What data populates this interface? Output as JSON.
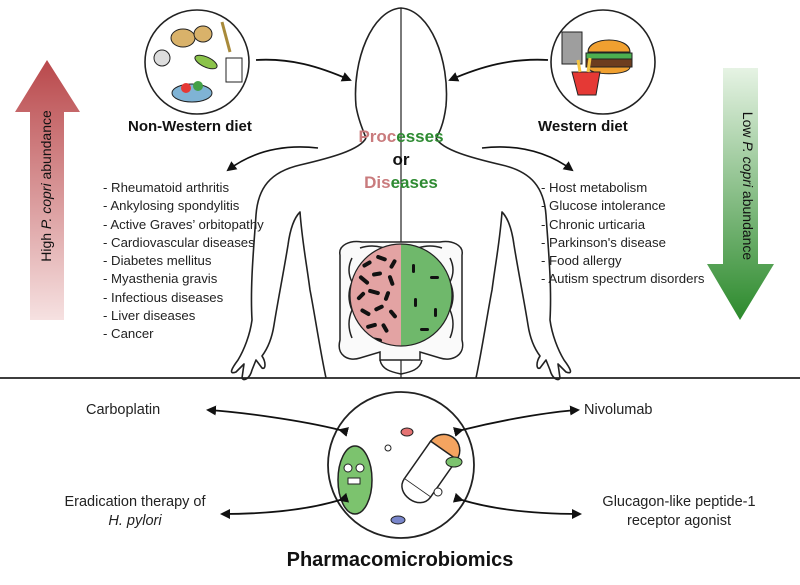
{
  "left_diet": {
    "label": "Non-Western diet"
  },
  "right_diet": {
    "label": "Western diet"
  },
  "center": {
    "line1_part1": "Proc",
    "line1_part2": "esses",
    "line2": "or",
    "line3_part1": "Dis",
    "line3_part2": "eases"
  },
  "left_arrow": {
    "prefix": "High ",
    "species": "P. copri",
    "suffix": " abundance",
    "color": "#b9484b"
  },
  "right_arrow": {
    "prefix": "Low ",
    "species": "P. copri",
    "suffix": " abundance",
    "color": "#2c8a2c"
  },
  "left_diseases": [
    "- Rheumatoid arthritis",
    "- Ankylosing spondylitis",
    "- Active Graves’ orbitopathy",
    "- Cardiovascular diseases",
    "- Diabetes mellitus",
    "- Myasthenia gravis",
    "- Infectious diseases",
    "- Liver diseases",
    "- Cancer"
  ],
  "right_diseases": [
    "- Host metabolism",
    "- Glucose intolerance",
    "- Chronic urticaria",
    "- Parkinson's disease",
    "- Food allergy",
    "- Autism spectrum disorders"
  ],
  "drugs": {
    "top_left": "Carboplatin",
    "top_right": "Nivolumab",
    "bottom_left_line1": "Eradication therapy of",
    "bottom_left_line2": "H. pylori",
    "bottom_right_line1": "Glucagon-like peptide-1",
    "bottom_right_line2": "receptor agonist"
  },
  "title": "Pharmacomicrobiomics",
  "colors": {
    "pink": "#c97b7d",
    "green": "#2e8b32",
    "gut_left": "#e3a3a3",
    "gut_right": "#6fb86b"
  }
}
